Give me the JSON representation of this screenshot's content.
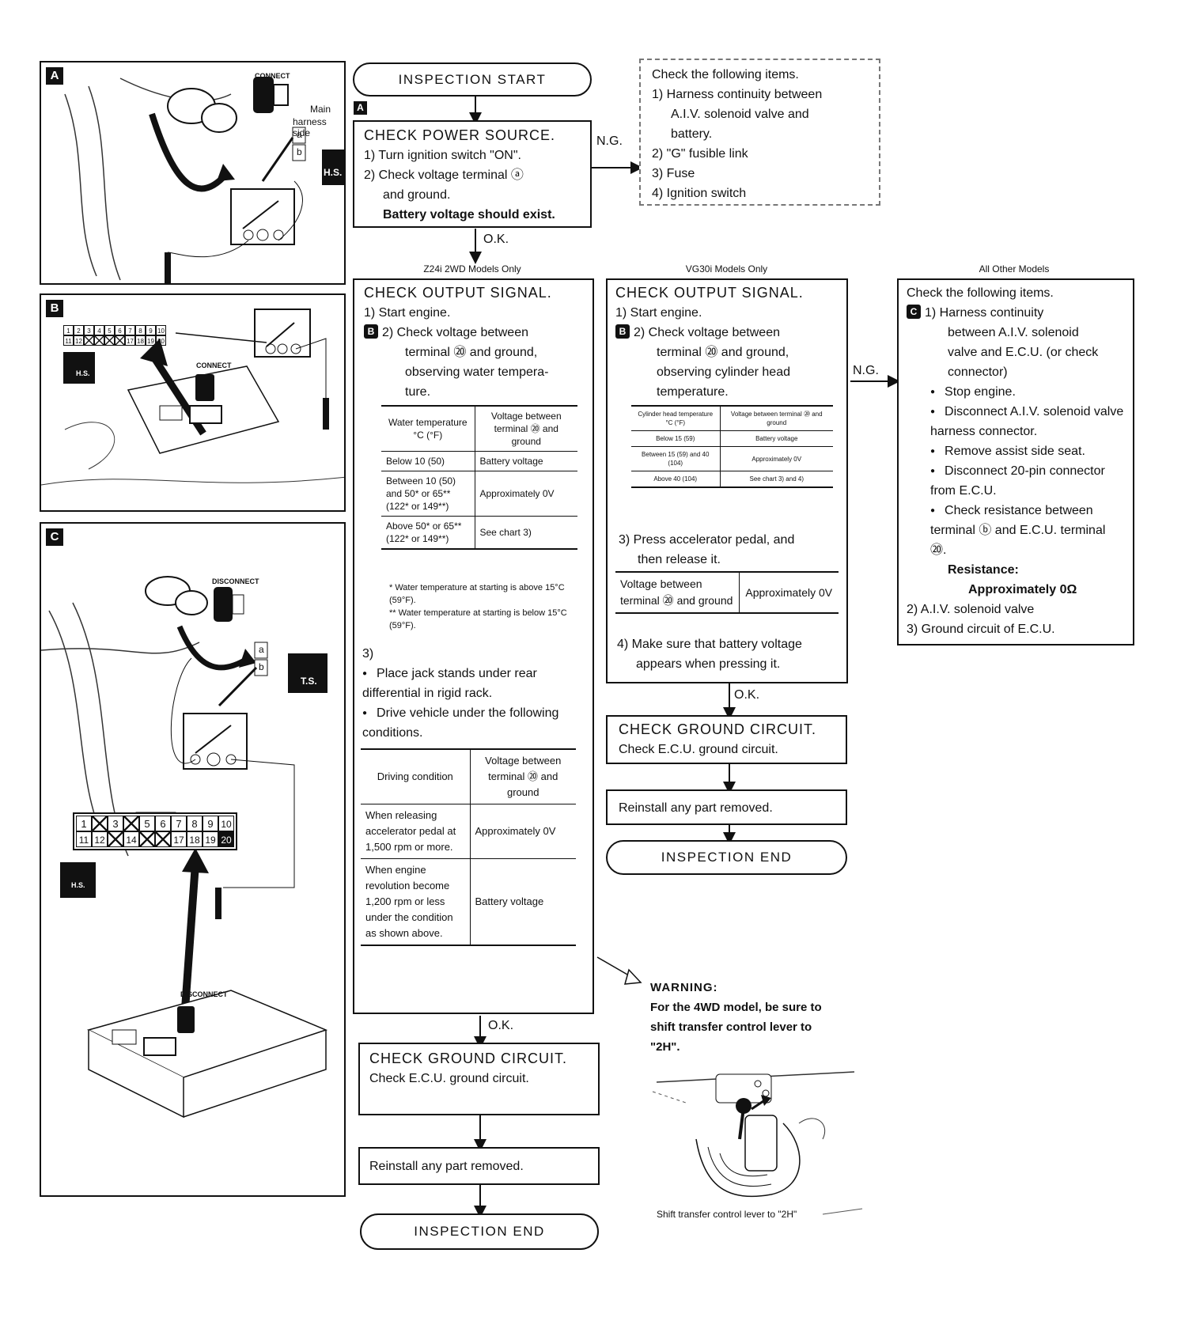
{
  "start_label": "INSPECTION START",
  "step_tag_a": "A",
  "check_power": {
    "title": "CHECK POWER SOURCE.",
    "lines": [
      "1) Turn ignition switch \"ON\".",
      "2) Check voltage terminal ⓐ",
      "and ground."
    ],
    "emphasis": "Battery voltage should exist."
  },
  "ng_label": "N.G.",
  "ok_label": "O.K.",
  "power_ng_box": {
    "lines": [
      "Check the following items.",
      "1) Harness continuity between",
      "A.I.V. solenoid valve and",
      "battery.",
      "2) \"G\" fusible link",
      "3) Fuse",
      "4) Ignition switch"
    ]
  },
  "col_labels": {
    "z24": "Z24i 2WD Models Only",
    "vg30": "VG30i Models Only",
    "other": "All Other Models"
  },
  "z24_box": {
    "title": "CHECK OUTPUT SIGNAL.",
    "line1": "1) Start engine.",
    "tag": "B",
    "line2": [
      "2) Check voltage between",
      "terminal ⑳ and ground,",
      "observing water tempera-",
      "ture."
    ],
    "table1_head": [
      "Water temperature °C (°F)",
      "Voltage between terminal ⑳ and ground"
    ],
    "table1_rows": [
      [
        "Below 10 (50)",
        "Battery voltage"
      ],
      [
        "Between 10 (50) and 50* or 65** (122* or 149**)",
        "Approximately 0V"
      ],
      [
        "Above 50* or 65** (122* or 149**)",
        "See chart 3)"
      ]
    ],
    "notes": [
      "* Water temperature at starting is above 15°C (59°F).",
      "** Water temperature at starting is below 15°C (59°F)."
    ],
    "step3": "3)",
    "bullets": [
      "Place jack stands under rear differential in rigid rack.",
      "Drive vehicle under the following conditions."
    ],
    "table2_head": [
      "Driving condition",
      "Voltage between terminal ⑳ and ground"
    ],
    "table2_rows": [
      [
        "When releasing accelerator pedal at 1,500 rpm or more.",
        "Approximately 0V"
      ],
      [
        "When engine revolution become 1,200 rpm or less under the condition as shown above.",
        "Battery voltage"
      ]
    ]
  },
  "vg30_box": {
    "title": "CHECK OUTPUT SIGNAL.",
    "line1": "1) Start engine.",
    "tag": "B",
    "line2": [
      "2) Check voltage between",
      "terminal ⑳ and ground,",
      "observing cylinder head",
      "temperature."
    ],
    "table1_head": [
      "Cylinder head temperature °C (°F)",
      "Voltage between terminal ⑳ and ground"
    ],
    "table1_rows": [
      [
        "Below 15 (59)",
        "Battery voltage"
      ],
      [
        "Between 15 (59) and 40 (104)",
        "Approximately 0V"
      ],
      [
        "Above 40 (104)",
        "See chart 3) and 4)"
      ]
    ],
    "step3": [
      "3) Press accelerator pedal, and",
      "then release it."
    ],
    "table2": [
      "Voltage between terminal ⑳ and ground",
      "Approximately 0V"
    ],
    "step4": [
      "4) Make sure that battery voltage",
      "appears when pressing it."
    ]
  },
  "other_box": {
    "intro": "Check the following items.",
    "tag": "C",
    "item1": [
      "1) Harness continuity",
      "between A.I.V. solenoid",
      "valve and E.C.U. (or check",
      "connector)"
    ],
    "bullets": [
      "Stop engine.",
      "Disconnect A.I.V. solenoid valve harness connector.",
      "Remove assist side seat.",
      "Disconnect 20-pin connector from E.C.U.",
      "Check resistance between terminal ⓑ and E.C.U. terminal ⑳."
    ],
    "resistance_label": "Resistance:",
    "resistance_value": "Approximately 0Ω",
    "item2": "2) A.I.V. solenoid valve",
    "item3": "3) Ground circuit of E.C.U."
  },
  "ground_box": {
    "title": "CHECK GROUND CIRCUIT.",
    "line": "Check E.C.U. ground circuit."
  },
  "reinstall_label": "Reinstall any part removed.",
  "end_label": "INSPECTION END",
  "warning": {
    "title": "WARNING:",
    "lines": [
      "For the 4WD model, be sure to",
      "shift transfer control lever to",
      "\"2H\"."
    ],
    "caption": "Shift transfer control lever to \"2H\""
  },
  "figures": {
    "a": {
      "tag": "A",
      "connect": "CONNECT",
      "main": "Main",
      "harness_side": "harness side",
      "hs": "H.S.",
      "term_a": "a",
      "term_b": "b"
    },
    "b": {
      "tag": "B",
      "connect": "CONNECT",
      "hs": "H.S.",
      "pins_top": [
        "1",
        "2",
        "3",
        "4",
        "5",
        "6",
        "7",
        "8",
        "9",
        "10"
      ],
      "pins_bottom": [
        "11",
        "12",
        "",
        "",
        "",
        "",
        "17",
        "18",
        "19",
        "20"
      ]
    },
    "c": {
      "tag": "C",
      "disconnect": "DISCONNECT",
      "disconnect2": "DISCONNECT",
      "ts": "T.S.",
      "hs": "H.S.",
      "term_a": "a",
      "term_b": "b",
      "pins_top": [
        "1",
        "",
        "3",
        "",
        "5",
        "6",
        "7",
        "8",
        "9",
        "10"
      ],
      "pins_bottom": [
        "11",
        "12",
        "",
        "14",
        "",
        "",
        "17",
        "18",
        "19",
        "20"
      ]
    }
  }
}
